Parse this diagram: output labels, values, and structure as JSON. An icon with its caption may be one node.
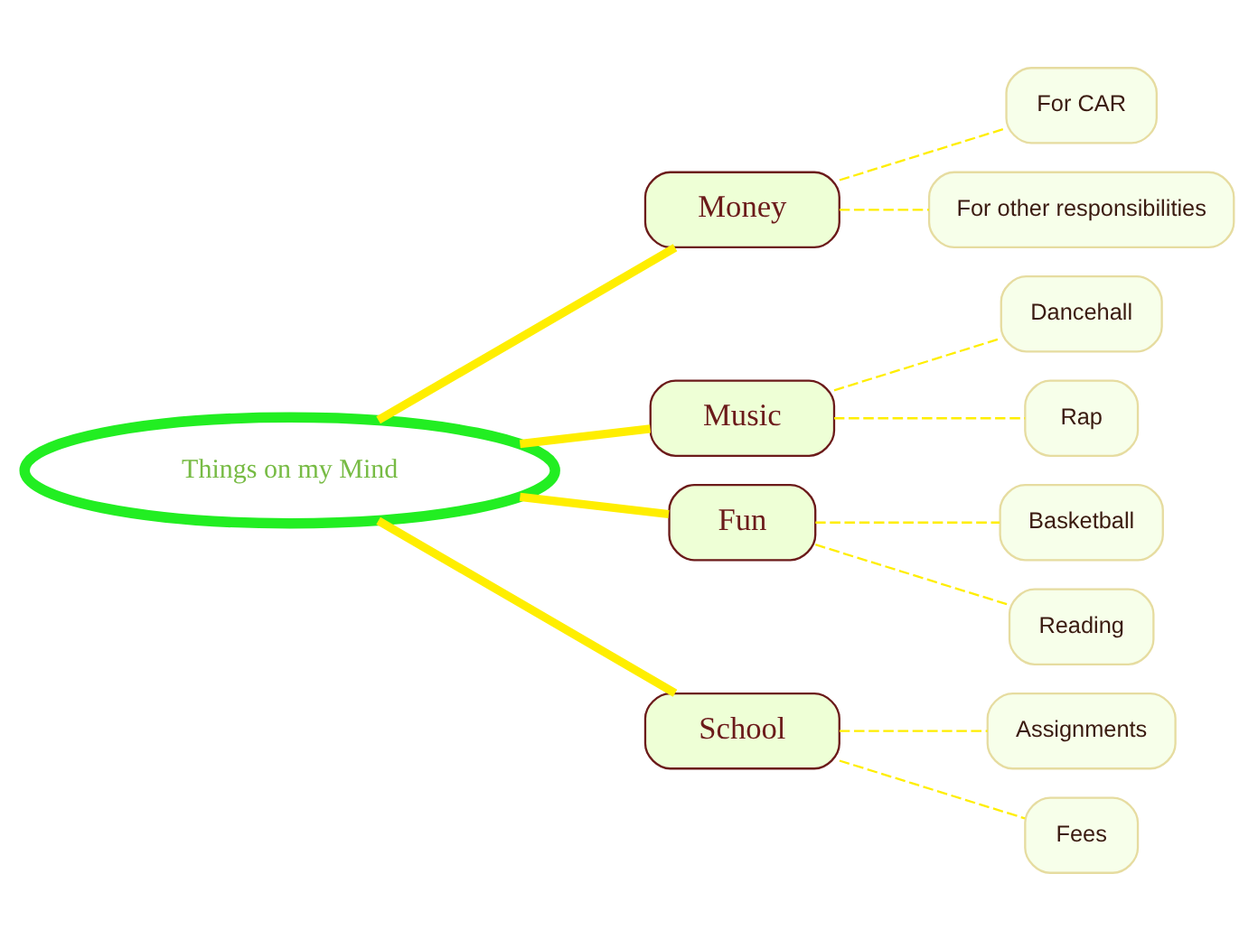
{
  "diagram": {
    "nodes": [
      {
        "text": [
          "Things on my Mind"
        ]
      },
      {
        "text": [
          "Money"
        ]
      },
      {
        "text": [
          "For CAR"
        ]
      },
      {
        "text": [
          "For other responsibilities"
        ]
      },
      {
        "text": [
          "Music"
        ]
      },
      {
        "text": [
          "Dancehall"
        ]
      },
      {
        "text": [
          "Rap"
        ]
      },
      {
        "text": [
          "Fun"
        ]
      },
      {
        "text": [
          "Basketball"
        ]
      },
      {
        "text": [
          "Reading"
        ]
      },
      {
        "text": [
          "School"
        ]
      },
      {
        "text": [
          "Assignments"
        ]
      },
      {
        "text": [
          "Fees"
        ]
      }
    ],
    "edges": [
      {
        "from": 0,
        "to": 1,
        "arrow": "none",
        "style": "thick"
      },
      {
        "from": 1,
        "to": 2,
        "arrow": "none",
        "style": "dashed"
      },
      {
        "from": 1,
        "to": 3,
        "arrow": "none",
        "style": "dashed"
      },
      {
        "from": 0,
        "to": 4,
        "arrow": "none",
        "style": "thick"
      },
      {
        "from": 4,
        "to": 5,
        "arrow": "none",
        "style": "dashed"
      },
      {
        "from": 4,
        "to": 6,
        "arrow": "none",
        "style": "dashed"
      },
      {
        "from": 0,
        "to": 7,
        "arrow": "none",
        "style": "thick"
      },
      {
        "from": 7,
        "to": 8,
        "arrow": "none",
        "style": "dashed"
      },
      {
        "from": 7,
        "to": 9,
        "arrow": "none",
        "style": "dashed"
      },
      {
        "from": 0,
        "to": 10,
        "arrow": "none",
        "style": "thick"
      },
      {
        "from": 10,
        "to": 11,
        "arrow": "none",
        "style": "dashed"
      },
      {
        "from": 10,
        "to": 12,
        "arrow": "none",
        "style": "dashed"
      }
    ]
  }
}
